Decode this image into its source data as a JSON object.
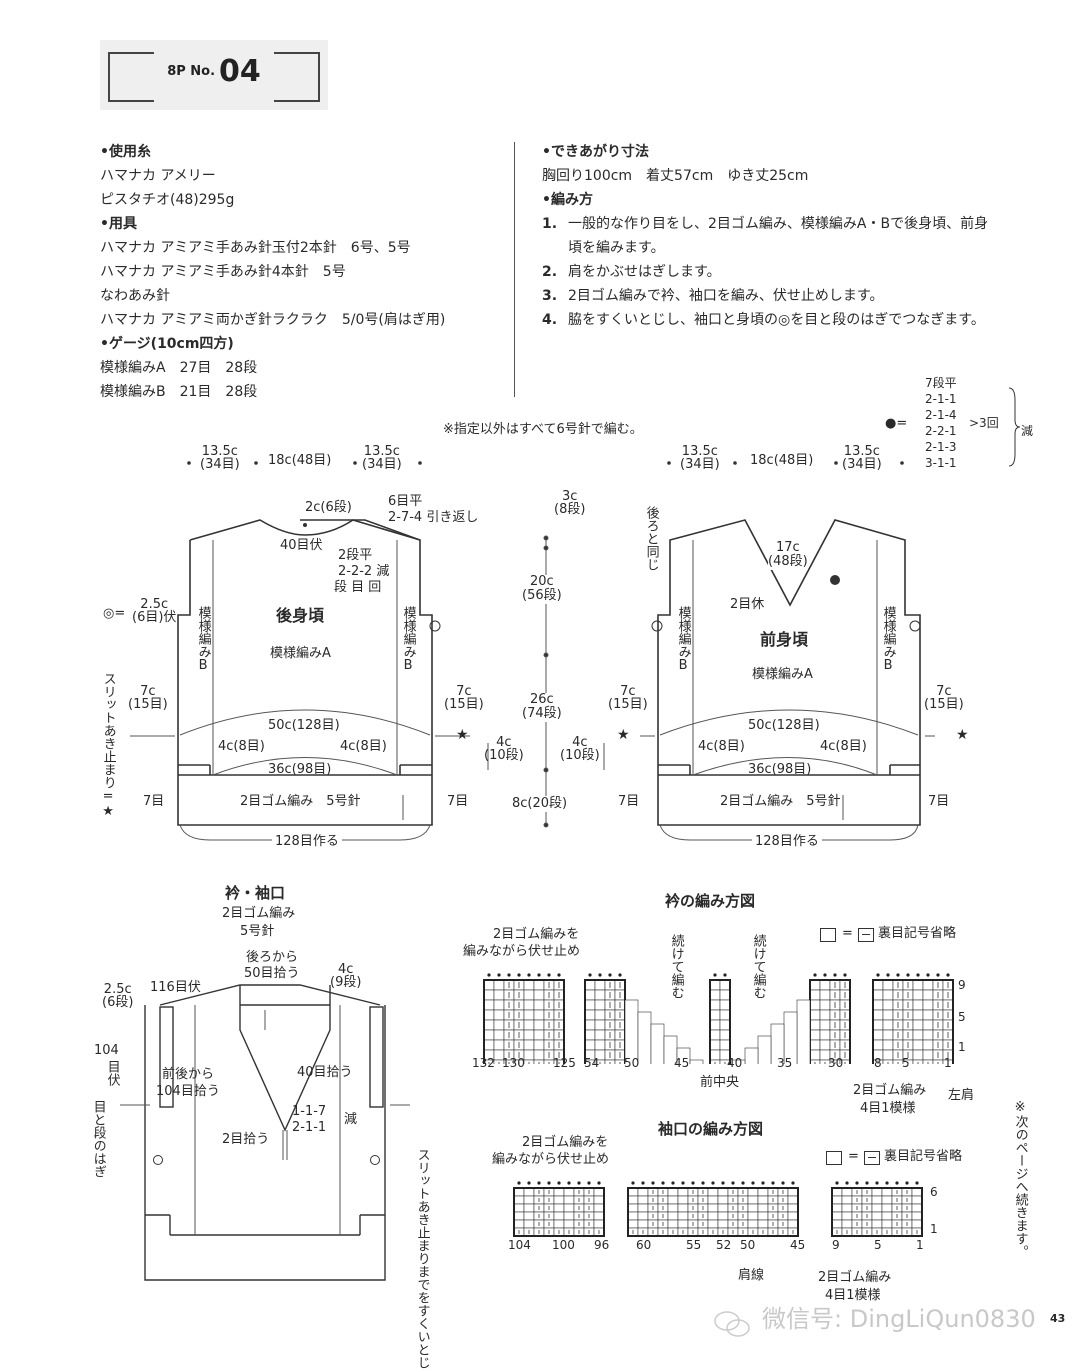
{
  "header": {
    "prefix": "8P No.",
    "number": "04"
  },
  "materials": {
    "yarn_heading": "•使用糸",
    "yarn_brand": "ハマナカ アメリー",
    "yarn_color": "ピスタチオ(48)295g",
    "tools_heading": "•用具",
    "tools": [
      "ハマナカ アミアミ手あみ針玉付2本針　6号、5号",
      "ハマナカ アミアミ手あみ針4本針　5号",
      "なわあみ針",
      "ハマナカ アミアミ両かぎ針ラクラク　5/0号(肩はぎ用)"
    ],
    "gauge_heading": "•ゲージ(10cm四方)",
    "gauge": [
      "模様編みA　27目　28段",
      "模様編みB　21目　28段"
    ]
  },
  "finished": {
    "heading": "•できあがり寸法",
    "sizes": "胸回り100cm　着丈57cm　ゆき丈25cm"
  },
  "method": {
    "heading": "•編み方",
    "steps": [
      {
        "num": "1.",
        "text": "一般的な作り目をし、2目ゴム編み、模様編みA・Bで後身頃、前身",
        "cont": "頃を編みます。"
      },
      {
        "num": "2.",
        "text": "肩をかぶせはぎします。"
      },
      {
        "num": "3.",
        "text": "2目ゴム編みで衿、袖口を編み、伏せ止めします。"
      },
      {
        "num": "4.",
        "text": "脇をすくいとじし、袖口と身頃の◎を目と段のはぎでつなぎます。"
      }
    ]
  },
  "note_needle": "※指定以外はすべて6号針で編む。",
  "front_decrease": {
    "symbol": "●=",
    "lines": [
      "7段平",
      "2-1-1",
      "2-1-4",
      "2-2-1",
      "2-1-3",
      "3-1-1"
    ],
    "repeat": ">3回",
    "label": "減"
  },
  "back": {
    "title": "後身頃",
    "pattern": "模様編みA",
    "side_pattern": "模様編みB",
    "shoulder_l_cm": "13.5c",
    "shoulder_l_st": "(34目)",
    "neck_width": "18c(48目)",
    "shoulder_r_cm": "13.5c",
    "shoulder_r_st": "(34目)",
    "neck_depth": "2c(6段)",
    "neck_bindoff": "40目伏",
    "shoulder_turn_1": "6目平",
    "shoulder_turn_2": "2-7-4 引き返し",
    "neck_dec_1": "2段平",
    "neck_dec_2": "2-2-2 減",
    "neck_dec_3": "段 目 回",
    "armhole_sym": "◎=",
    "armhole_cm": "2.5c",
    "armhole_st": "(6目)伏",
    "side_cm": "7c",
    "side_st": "(15目)",
    "body_width": "50c(128目)",
    "b_width": "4c(8目)",
    "a_width": "36c(98目)",
    "slit_st": "7目",
    "rib": "2目ゴム編み　5号針",
    "caston": "128目作る",
    "slit_note": "スリットあき止まり=★"
  },
  "center_dims": {
    "top_cm": "3c",
    "top_rows": "(8段)",
    "armhole_cm": "20c",
    "armhole_rows": "(56段)",
    "body_cm": "26c",
    "body_rows": "(74段)",
    "slit_l_cm": "4c",
    "slit_l_rows": "(10段)",
    "slit_r_cm": "4c",
    "slit_r_rows": "(10段)",
    "rib_cm": "8c(20段)"
  },
  "front": {
    "title": "前身頃",
    "pattern": "模様編みA",
    "side_pattern": "模様編みB",
    "same_as_back": "後ろと同じ",
    "v_depth_cm": "17c",
    "v_depth_rows": "(48段)",
    "center_hold": "2目休",
    "dot_symbol": "●",
    "shoulder_l_cm": "13.5c",
    "shoulder_l_st": "(34目)",
    "neck_width": "18c(48目)",
    "shoulder_r_cm": "13.5c",
    "shoulder_r_st": "(34目)",
    "side_cm": "7c",
    "side_st": "(15目)",
    "body_width": "50c(128目)",
    "b_width": "4c(8目)",
    "a_width": "36c(98目)",
    "slit_st": "7目",
    "rib": "2目ゴム編み　5号針",
    "caston": "128目作る"
  },
  "collar_cuff": {
    "title": "衿・袖口",
    "sub1": "2目ゴム編み",
    "sub2": "5号針",
    "back_pickup_1": "後ろから",
    "back_pickup_2": "50目拾う",
    "bindoff_116": "116目伏",
    "neck_4c": "4c",
    "neck_9rows": "(9段)",
    "cuff_cm": "2.5c",
    "cuff_rows": "(6段)",
    "cuff_bindoff_1": "104",
    "cuff_bindoff_2": "目伏",
    "cuff_pickup_1": "前後から",
    "cuff_pickup_2": "104目拾う",
    "v_pickup": "40目拾う",
    "dec_1": "1-1-7",
    "dec_2": "2-1-1",
    "dec_label": "減",
    "center_pickup": "2目拾う",
    "graft_note": "目と段のはぎ",
    "seam_note": "スリットあき止まりまでをすくいとじ"
  },
  "collar_chart": {
    "title": "衿の編み方図",
    "bindoff_note_1": "2目ゴム編みを",
    "bindoff_note_2": "編みながら伏せ止め",
    "continue_left": "続けて編む",
    "continue_right": "続けて編む",
    "legend": "= ",
    "legend_text": "裏目記号省略",
    "x_labels": [
      "132",
      "130",
      "125",
      "54",
      "50",
      "45",
      "40",
      "35",
      "30",
      "8",
      "5",
      "1"
    ],
    "row_labels": [
      "9",
      "5",
      "1"
    ],
    "center_label": "前中央",
    "rib_note_1": "2目ゴム編み",
    "rib_note_2": "4目1模様",
    "shoulder_label": "左肩"
  },
  "cuff_chart": {
    "title": "袖口の編み方図",
    "bindoff_note_1": "2目ゴム編みを",
    "bindoff_note_2": "編みながら伏せ止め",
    "legend": "= ",
    "legend_text": "裏目記号省略",
    "x_labels": [
      "104",
      "100",
      "96",
      "60",
      "55",
      "52",
      "50",
      "45",
      "9",
      "5",
      "1"
    ],
    "row_labels": [
      "6",
      "1"
    ],
    "shoulder_line": "肩線",
    "rib_note_1": "2目ゴム編み",
    "rib_note_2": "4目1模様"
  },
  "continued_note": "※次のページへ続きます。",
  "page_number": "43",
  "watermark": "微信号: DingLiQun0830"
}
